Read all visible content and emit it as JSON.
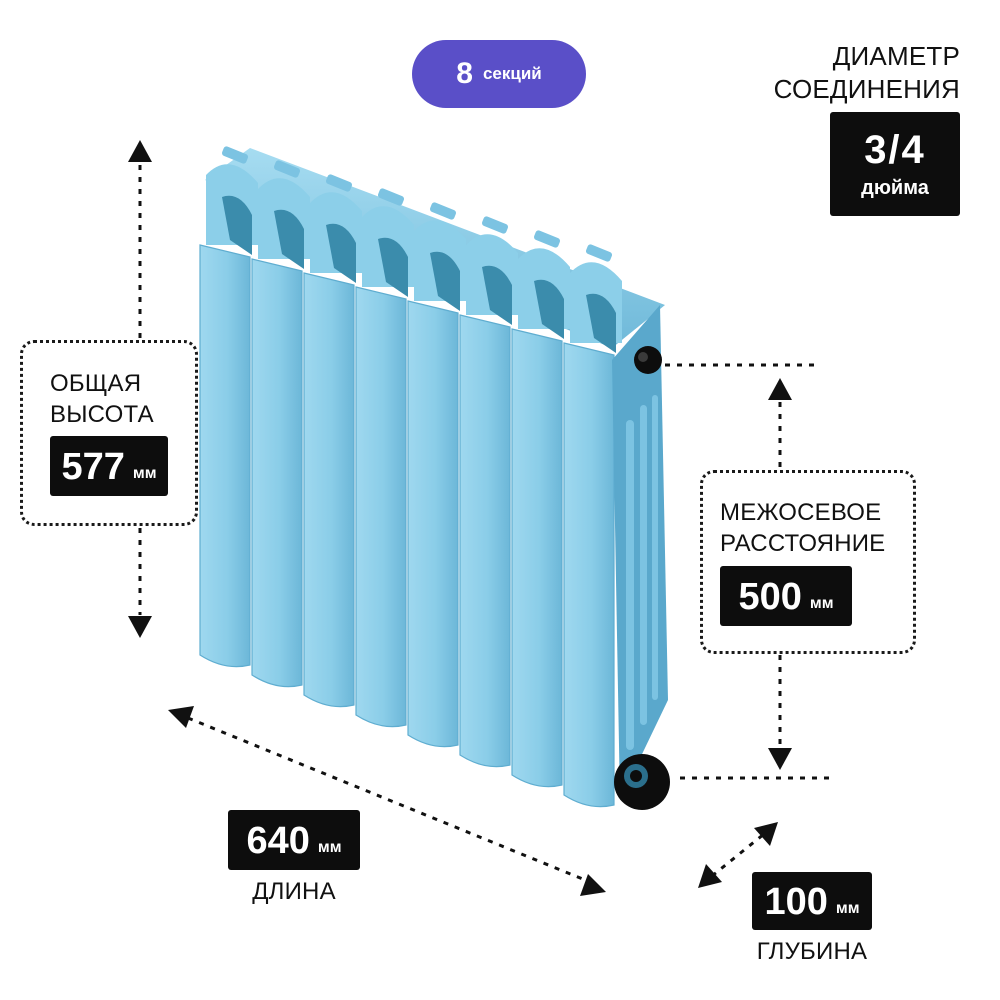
{
  "sections_badge": {
    "number": "8",
    "unit": "секций",
    "color": "#5a4fc8"
  },
  "connection": {
    "line1": "ДИАМЕТР",
    "line2": "СОЕДИНЕНИЯ",
    "value": "3/4",
    "unit": "дюйма"
  },
  "height": {
    "line1": "ОБЩАЯ",
    "line2": "ВЫСОТА",
    "value": "577",
    "unit": "мм"
  },
  "axis_distance": {
    "line1": "МЕЖОСЕВОЕ",
    "line2": "РАССТОЯНИЕ",
    "value": "500",
    "unit": "мм"
  },
  "length": {
    "value": "640",
    "unit": "мм",
    "label": "ДЛИНА"
  },
  "depth": {
    "value": "100",
    "unit": "мм",
    "label": "ГЛУБИНА"
  },
  "colors": {
    "radiator": "#8ccfe9",
    "radiator_shadow": "#3b8cac",
    "accent": "#5a4fc8"
  }
}
